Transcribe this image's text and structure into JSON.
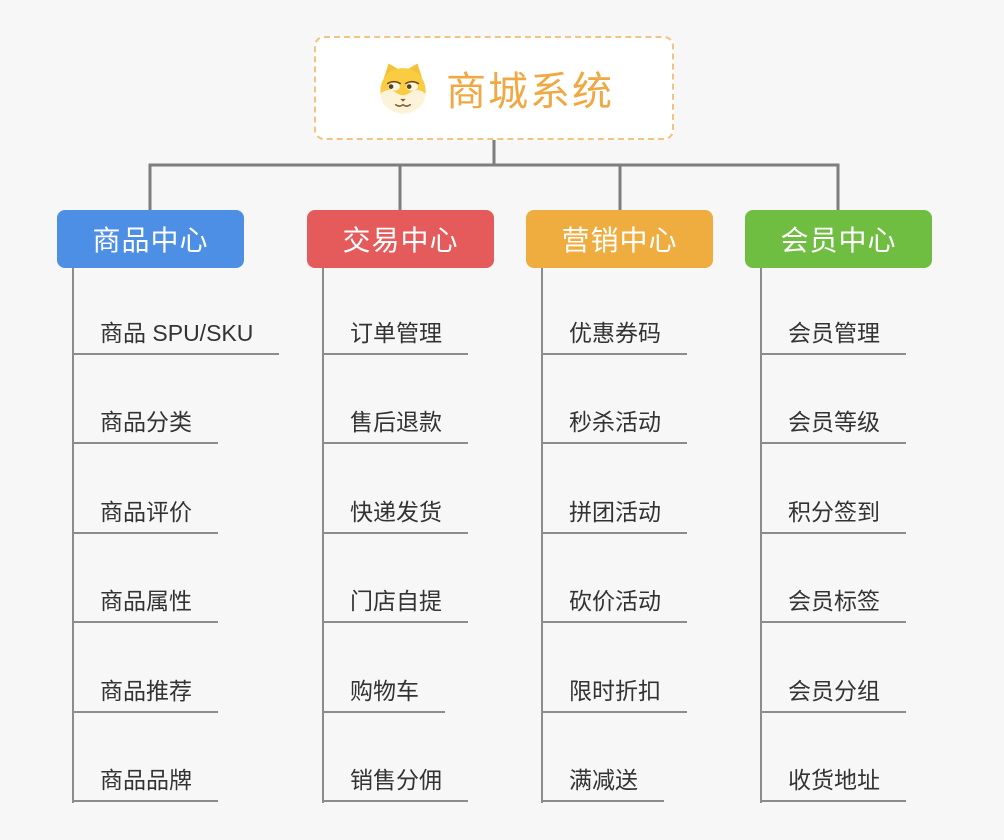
{
  "page": {
    "background_color": "#F7F7F7",
    "connector_color": "#7E7E7E",
    "child_line_color": "#8C8C8C"
  },
  "root": {
    "title": "商城系统",
    "icon": "dog-face-icon",
    "text_color": "#F0A843",
    "border_color": "#F3C382"
  },
  "branches": [
    {
      "label": "商品中心",
      "color": "#4D8FE4",
      "items": [
        "商品 SPU/SKU",
        "商品分类",
        "商品评价",
        "商品属性",
        "商品推荐",
        "商品品牌"
      ]
    },
    {
      "label": "交易中心",
      "color": "#E55A5A",
      "items": [
        "订单管理",
        "售后退款",
        "快递发货",
        "门店自提",
        "购物车",
        "销售分佣"
      ]
    },
    {
      "label": "营销中心",
      "color": "#EFAD40",
      "items": [
        "优惠券码",
        "秒杀活动",
        "拼团活动",
        "砍价活动",
        "限时折扣",
        "满减送"
      ]
    },
    {
      "label": "会员中心",
      "color": "#70BE41",
      "items": [
        "会员管理",
        "会员等级",
        "积分签到",
        "会员标签",
        "会员分组",
        "收货地址"
      ]
    }
  ]
}
